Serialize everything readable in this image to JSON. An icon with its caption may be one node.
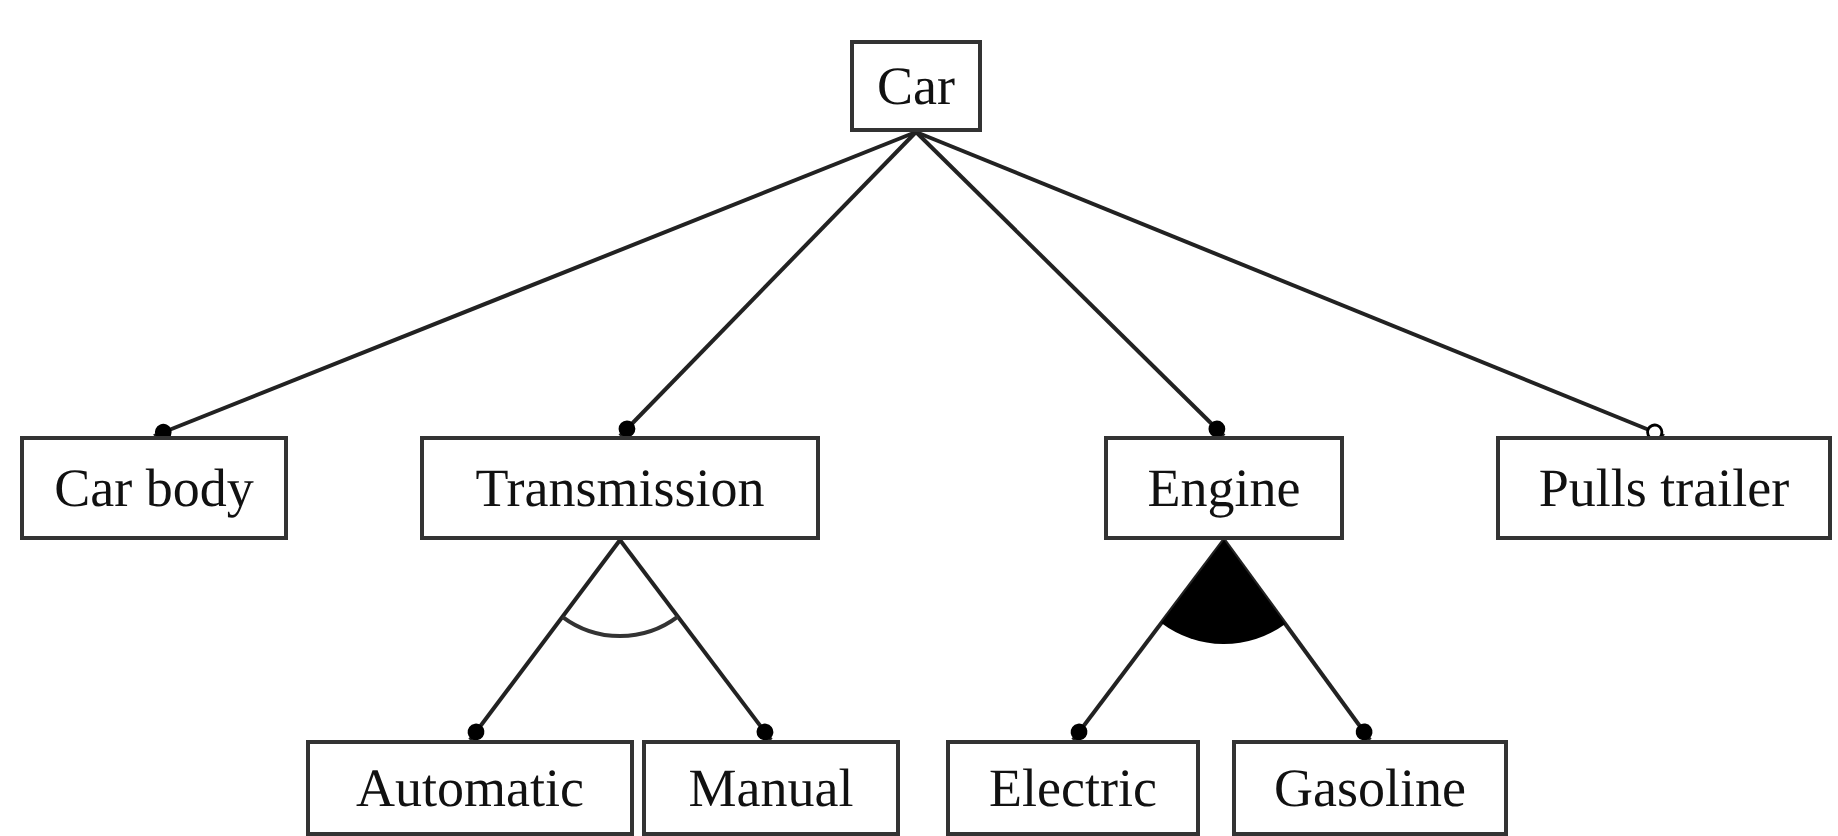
{
  "diagram": {
    "nodes": [
      {
        "text": [
          "Car"
        ]
      },
      {
        "text": [
          "Car body"
        ]
      },
      {
        "text": [
          "Transmission"
        ]
      },
      {
        "text": [
          "Engine"
        ]
      },
      {
        "text": [
          "Pulls trailer"
        ]
      },
      {
        "text": [
          "Automatic"
        ]
      },
      {
        "text": [
          "Manual"
        ]
      },
      {
        "text": [
          "Electric"
        ]
      },
      {
        "text": [
          "Gasoline"
        ]
      }
    ],
    "edges": [
      {
        "from": 0,
        "to": 1,
        "arrow": "other"
      },
      {
        "from": 0,
        "to": 2,
        "arrow": "other"
      },
      {
        "from": 0,
        "to": 3,
        "arrow": "other"
      },
      {
        "from": 0,
        "to": 4,
        "arrow": "other"
      },
      {
        "from": 2,
        "to": 5,
        "arrow": "other"
      },
      {
        "from": 2,
        "to": 6,
        "arrow": "other"
      },
      {
        "from": 3,
        "to": 7,
        "arrow": "other"
      },
      {
        "from": 3,
        "to": 8,
        "arrow": "other"
      }
    ]
  }
}
